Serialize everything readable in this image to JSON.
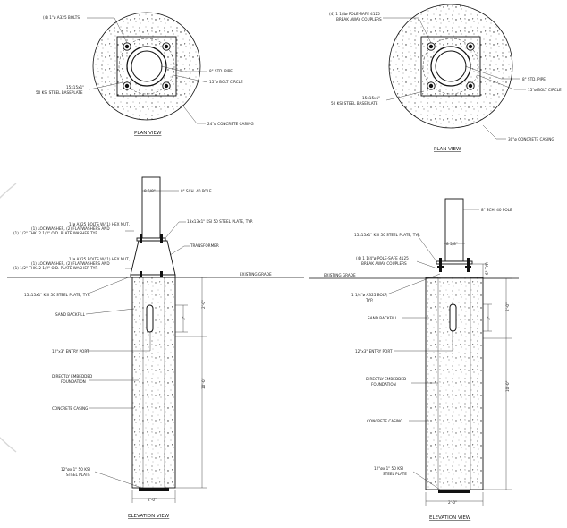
{
  "left": {
    "plan": {
      "title": "PLAN VIEW",
      "bolts": "(4) 1\"ø A325 BOLTS",
      "pipe": "8\" STD. PIPE",
      "bolt_circle": "15\"ø BOLT CIRCLE",
      "baseplate_1": "15x15x1\"",
      "baseplate_2": "50 KSI STEEL BASEPLATE",
      "casing": "24\"ø CONCRETE CASING"
    },
    "elev": {
      "title": "ELEVATION VIEW",
      "pole_width": "8 5/8\"",
      "pole": "8\" SCH. 40 POLE",
      "upper_bolts_1": "1\"ø A325 BOLTS W/(1) HEX NUT,",
      "upper_bolts_2": "(1) LOCKWASHER, (2) FLATWASHERS AND",
      "upper_bolts_3": "(1) 1/2\" THK. 2 1/2\" O.D. PLATE WASHER  TYP.",
      "top_plate": "13x13x1\" KSI 50 STEEL PLATE, TYP.",
      "transformer": "TRANSFORMER",
      "lower_bolts_1": "1\"ø A325 BOLTS W/(1) HEX NUT,",
      "lower_bolts_2": "(1) LOCKWASHER, (2) FLATWASHERS AND",
      "lower_bolts_3": "(1) 1/2\" THK. 2 1/2\" O.D. PLATE WASHER  TYP.",
      "grade": "EXISTING GRADE",
      "plate": "15x15x1\" KSI 50 STEEL PLATE, TYP.",
      "backfill": "SAND BACKFILL",
      "port": "12\"x3\" ENTRY PORT",
      "embedded_1": "DIRECTLY EMBEDDED",
      "embedded_2": "FOUNDATION",
      "casing": "CONCRETE CASING",
      "bottom_plate_1": "12\"øx 1\" 50 KSI",
      "bottom_plate_2": "STEEL PLATE",
      "dim_port": "3\"",
      "dim_upper": "2'-0\"",
      "dim_depth": "10'-0\"",
      "dim_width": "2'-0\""
    }
  },
  "right": {
    "plan": {
      "title": "PLAN VIEW",
      "couplers_1": "(4) 1 1/4ø POLE-SAFE 4125",
      "couplers_2": "BREAK AWAY COUPLERS",
      "pipe": "8\" STD. PIPE",
      "bolt_circle": "15\"ø BOLT CIRCLE",
      "baseplate_1": "15x15x1\"",
      "baseplate_2": "50 KSI STEEL BASEPLATE",
      "casing": "30\"ø CONCRETE CASING"
    },
    "elev": {
      "title": "ELEVATION VIEW",
      "pole": "8\" SCH. 40 POLE",
      "plate": "15x15x1\" KSI 50 STEEL PLATE, TYP.",
      "pole_width": "8 5/8\"",
      "couplers_1": "(4) 1 1/4\"ø POLE-SAFE 4125",
      "couplers_2": "BREAK AWAY COUPLERS",
      "dim_top": "6\" TYP.",
      "grade": "EXISTING GRADE",
      "bolt_1": "1 1/4\"ø A325 BOLT,",
      "bolt_2": "TYP.",
      "backfill": "SAND BACKFILL",
      "port": "12\"x3\" ENTRY PORT",
      "embedded_1": "DIRECTLY EMBEDDED",
      "embedded_2": "FOUNDATION",
      "casing": "CONCRETE CASING",
      "bottom_plate_1": "12\"øx 1\" 50 KSI",
      "bottom_plate_2": "STEEL PLATE",
      "dim_port": "3\"",
      "dim_upper": "2'-0\"",
      "dim_depth": "10'-0\"",
      "dim_width": "2'-0\""
    }
  }
}
